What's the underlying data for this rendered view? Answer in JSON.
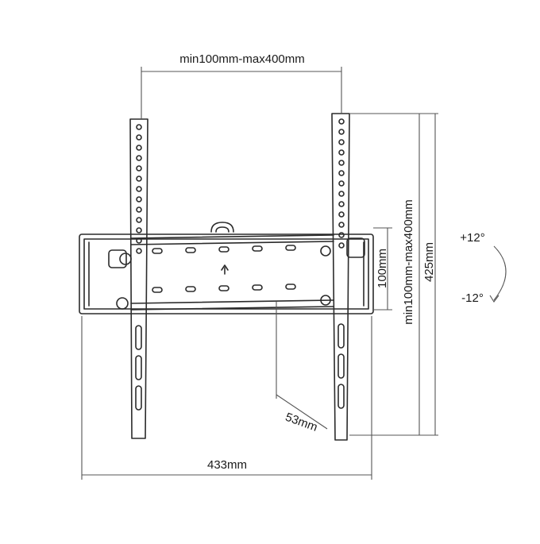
{
  "diagram": {
    "type": "tv-wall-mount-dimension-drawing",
    "labels": {
      "vesa_width_range": "min100mm-max400mm",
      "vesa_height_range": "min100mm-max400mm",
      "plate_height": "100mm",
      "arm_height": "425mm",
      "depth": "53mm",
      "total_width": "433mm",
      "tilt_up": "+12°",
      "tilt_down": "-12°"
    },
    "colors": {
      "line": "#2b2b2b",
      "dimension_line": "#555555",
      "background": "#ffffff"
    }
  }
}
